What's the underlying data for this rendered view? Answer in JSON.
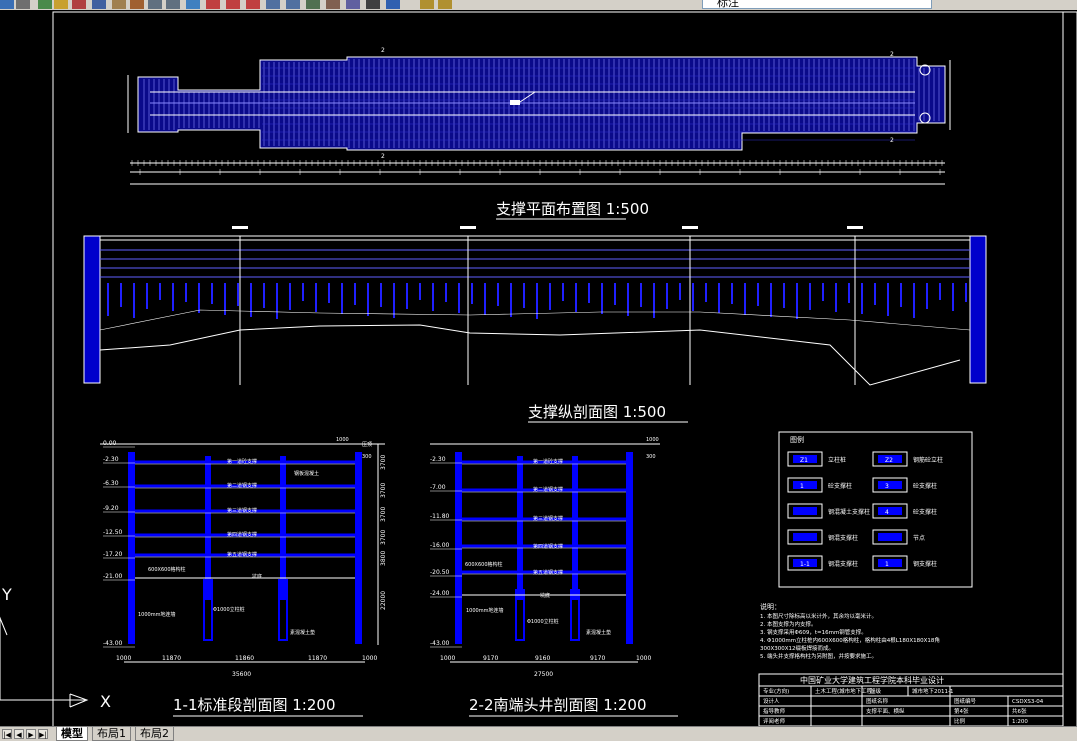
{
  "toolbar": {
    "layer_value": "标注",
    "icons": [
      "save-icon",
      "print-icon",
      "preview-icon",
      "publish-icon",
      "cut-icon",
      "copy-icon",
      "paste-icon",
      "match-icon",
      "undo-icon",
      "redo-icon",
      "pan-icon",
      "zoom-realtime-icon",
      "zoom-window-icon",
      "zoom-previous-icon",
      "properties-icon",
      "design-center-icon",
      "tool-palettes-icon",
      "sheet-set-icon",
      "markup-icon",
      "quickcalc-icon",
      "help-icon",
      "layer-properties-icon",
      "layer-state-icon"
    ]
  },
  "drawing": {
    "title_plan": "支撑平面布置图 1:500",
    "title_long": "支撑纵剖面图 1:500",
    "title_s11": "1-1标准段剖面图 1:200",
    "title_s22": "2-2南端头井剖面图 1:200",
    "section_mark": "2",
    "s11": {
      "depths": [
        "0.00",
        "-2.30",
        "-6.30",
        "-9.20",
        "-12.50",
        "-17.20",
        "-21.00",
        "-43.00"
      ],
      "right_dims": [
        "3700",
        "3700",
        "3700",
        "3700",
        "3800",
        "22000"
      ],
      "bottom_dims": [
        "1000",
        "11870",
        "11860",
        "11870",
        "1000"
      ],
      "total": "35600",
      "labels": [
        "第一道砼支撑",
        "第二道钢支撑",
        "第三道钢支撑",
        "第四道钢支撑",
        "第五道钢支撑",
        "钢板混凝土",
        "600X600格构柱",
        "1000mm地连墙",
        "Φ1000立柱桩",
        "坑底",
        "素混凝土垫",
        "300",
        "1000",
        "压顶"
      ]
    },
    "s22": {
      "depths": [
        "-2.30",
        "-7.00",
        "-11.80",
        "-16.00",
        "-20.50",
        "-24.00",
        "-43.00"
      ],
      "bottom_dims": [
        "1000",
        "9170",
        "9160",
        "9170",
        "1000"
      ],
      "total": "27500",
      "labels": [
        "第一道砼支撑",
        "第二道钢支撑",
        "第三道钢支撑",
        "第四道钢支撑",
        "第五道钢支撑",
        "600X600格构柱",
        "1000mm地连墙",
        "Φ1000立柱桩",
        "素混凝土垫",
        "坑底",
        "1000",
        "300"
      ]
    },
    "legend": {
      "title": "图例",
      "items": [
        {
          "sym": "Z1",
          "text": "立柱桩"
        },
        {
          "sym": "Z2",
          "text": "钢筋砼立柱"
        },
        {
          "sym": "1",
          "text": "砼支撑柱"
        },
        {
          "sym": "3",
          "text": "砼支撑柱"
        },
        {
          "sym": "",
          "text": "钢混凝土支撑柱"
        },
        {
          "sym": "4",
          "text": "砼支撑柱"
        },
        {
          "sym": "",
          "text": "钢混支撑柱"
        },
        {
          "sym": "",
          "text": "节点"
        },
        {
          "sym": "1-1",
          "text": "钢混支撑柱"
        },
        {
          "sym": "1",
          "text": "钢支撑柱"
        }
      ]
    },
    "notes": {
      "title": "说明：",
      "lines": [
        "1. 本图尺寸除标高以米计外，其余均以毫米计。",
        "2. 本图支撑为内支撑。",
        "3. 钢支撑采用Φ609，t=16mm钢管支撑。",
        "4. Φ1000mm立柱桩内600X600格构柱，格构柱由4根L180X180X18角",
        "   300X300X12缀板焊接而成。",
        "5. 端头井支撑格构柱为另附图，并按要求施工。"
      ]
    },
    "title_block": {
      "school": "中国矿业大学建筑工程学院本科毕业设计",
      "row1": [
        "专业(方向)",
        "土木工程(城市地下工程)",
        "班级",
        "城市地下2011-1"
      ],
      "row2": [
        "设计人",
        "",
        "图纸名称",
        "",
        "图纸编号",
        "CSDXS3-04"
      ],
      "row3": [
        "指导教师",
        "",
        "支撑平面、横纵",
        "",
        "第4张",
        "共6张"
      ],
      "row4": [
        "评阅老师",
        "",
        "",
        "",
        "比例",
        "1:200"
      ]
    }
  },
  "ucs": {
    "x_label": "X",
    "y_label": "Y"
  },
  "status": {
    "tabs": [
      "模型",
      "布局1",
      "布局2"
    ]
  }
}
